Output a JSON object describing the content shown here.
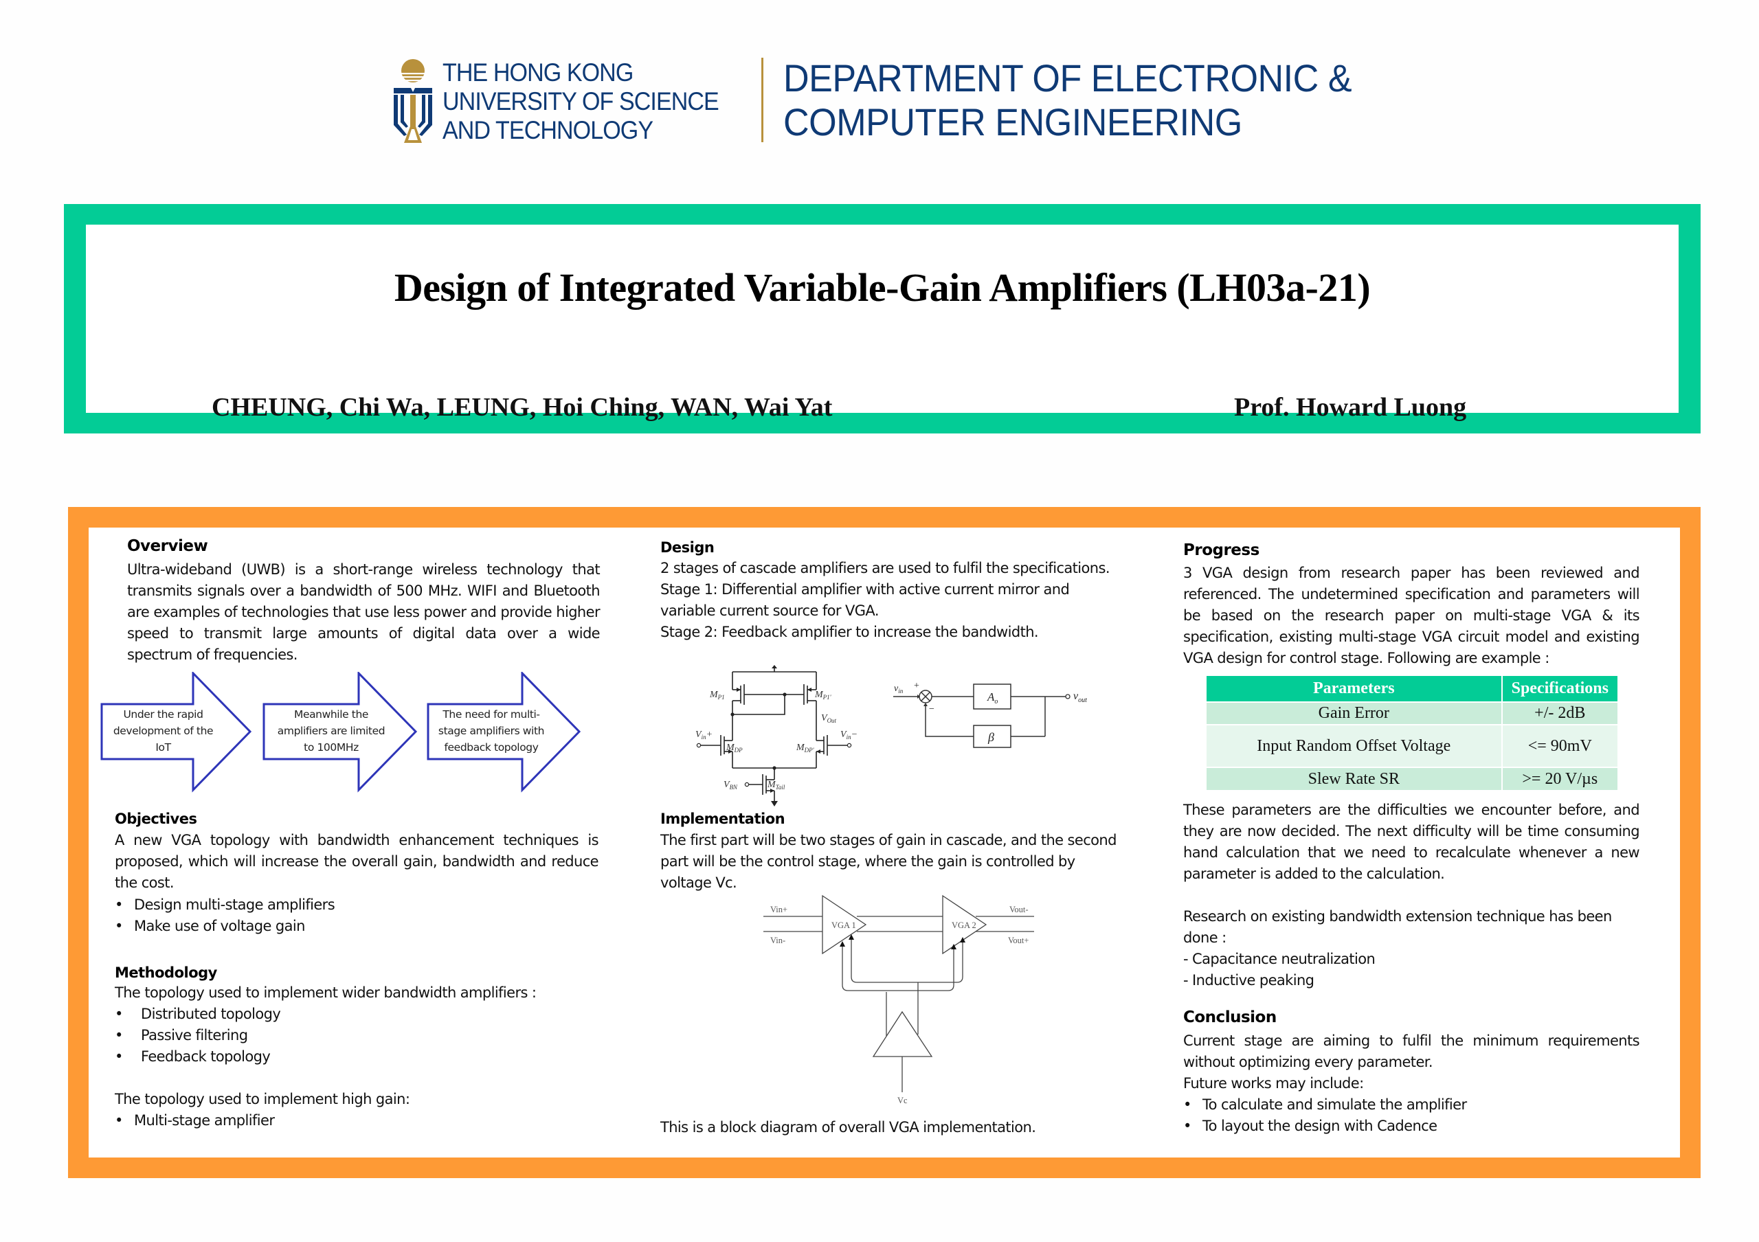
{
  "header": {
    "university_lines": [
      "THE HONG KONG",
      "UNIVERSITY OF SCIENCE",
      "AND TECHNOLOGY"
    ],
    "department_lines": [
      "DEPARTMENT OF ELECTRONIC &",
      "COMPUTER ENGINEERING"
    ],
    "logo_icon": "hkust-emblem-icon",
    "colors": {
      "navy": "#0f3a75",
      "gold": "#b8913c"
    }
  },
  "title_box": {
    "title": "Design of Integrated Variable-Gain Amplifiers (LH03a-21)",
    "authors": "CHEUNG, Chi Wa, LEUNG, Hoi Ching, WAN, Wai Yat",
    "supervisor": "Prof. Howard Luong",
    "frame_color": "#03cc96"
  },
  "content_frame_color": "#fe9a35",
  "overview": {
    "heading": "Overview",
    "body": "Ultra-wideband (UWB) is a short-range wireless technology that transmits signals over a bandwidth of 500 MHz. WIFI and Bluetooth are examples of technologies that use less power and provide higher speed to transmit large amounts of digital data over a wide spectrum of frequencies.",
    "flow": [
      {
        "lines": [
          "Under the rapid",
          "development of the",
          "IoT"
        ]
      },
      {
        "lines": [
          "Meanwhile the",
          "amplifiers are  limited",
          "to 100MHz"
        ]
      },
      {
        "lines": [
          "The need for multi-",
          "stage amplifiers with",
          "feedback topology"
        ]
      }
    ],
    "flow_color": "#2e35b8"
  },
  "objectives": {
    "heading": "Objectives",
    "body": "A new VGA topology with bandwidth enhancement techniques is proposed, which will increase the overall gain, bandwidth and reduce the cost.",
    "bullets": [
      "Design multi-stage amplifiers",
      "Make use of voltage gain"
    ]
  },
  "methodology": {
    "heading": "Methodology",
    "intro1": "The topology used to implement wider bandwidth amplifiers :",
    "bullets1": [
      "Distributed topology",
      "Passive filtering",
      "Feedback topology"
    ],
    "intro2": "The topology used to implement high gain:",
    "bullets2": [
      "Multi-stage amplifier"
    ]
  },
  "design": {
    "heading": "Design",
    "lines": [
      "2 stages of cascade amplifiers are used to fulfil the specifications.",
      "Stage 1: Differential amplifier with active current mirror and",
      "variable current source for VGA.",
      "Stage 2: Feedback amplifier to increase the bandwidth."
    ],
    "schematic_labels": {
      "mp1": "M",
      "mp1_sub": "P1",
      "mp1p": "M",
      "mp1p_sub": "P1'",
      "vout": "V",
      "vout_sub": "Out",
      "vinp": "V",
      "vinp_sub": "in",
      "vinp_sign": "+",
      "vinm": "V",
      "vinm_sub": "in",
      "vinm_sign": "−",
      "mdp": "M",
      "mdp_sub": "DP",
      "mdpp": "M",
      "mdpp_sub": "DP'",
      "vbn": "V",
      "vbn_sub": "BN",
      "mtail": "M",
      "mtail_sub": "Tail"
    },
    "feedback_labels": {
      "vin": "v",
      "vin_sub": "in",
      "plus": "+",
      "minus": "−",
      "ao": "A",
      "ao_sub": "o",
      "beta": "β",
      "vout": "v",
      "vout_sub": "out"
    }
  },
  "implementation": {
    "heading": "Implementation",
    "lines": [
      "The first part will be two stages of  gain in cascade, and the second",
      "part will be  the control stage, where the gain is controlled by",
      "voltage Vc."
    ],
    "diagram_labels": {
      "vin_plus": "Vin+",
      "vin_minus": "Vin-",
      "vga1": "VGA 1",
      "vga2": "VGA 2",
      "vout_minus": "Vout-",
      "vout_plus": "Vout+",
      "vc": "Vc"
    },
    "caption": "This is a block diagram of overall VGA implementation."
  },
  "progress": {
    "heading": "Progress",
    "body": "3 VGA design from research paper has been reviewed and referenced. The undetermined specification and parameters will be based on the research paper on multi-stage VGA & its specification, existing multi-stage VGA circuit model and existing VGA design for control stage. Following are example :",
    "table": {
      "headers": [
        "Parameters",
        "Specifications"
      ],
      "rows": [
        [
          "Gain Error",
          "+/- 2dB"
        ],
        [
          "Input Random Offset Voltage",
          "<= 90mV"
        ],
        [
          "Slew Rate SR",
          ">= 20 V/µs"
        ]
      ],
      "header_color": "#03cc96",
      "row_colors": [
        "#c9ecd9",
        "#e6f6ed"
      ]
    },
    "body2": "These parameters are the difficulties we encounter before, and they are now decided. The next difficulty will be time consuming hand calculation that we need to recalculate whenever a new parameter is added to the calculation.",
    "research_intro": "Research on existing bandwidth extension technique has been done :",
    "research_items": [
      "- Capacitance neutralization",
      "- Inductive peaking"
    ]
  },
  "conclusion": {
    "heading": "Conclusion",
    "body": "Current stage are aiming to fulfil the minimum requirements without optimizing every  parameter.",
    "future_intro": "Future works may include:",
    "bullets": [
      "To calculate and simulate the amplifier",
      "To layout the design with Cadence"
    ]
  }
}
